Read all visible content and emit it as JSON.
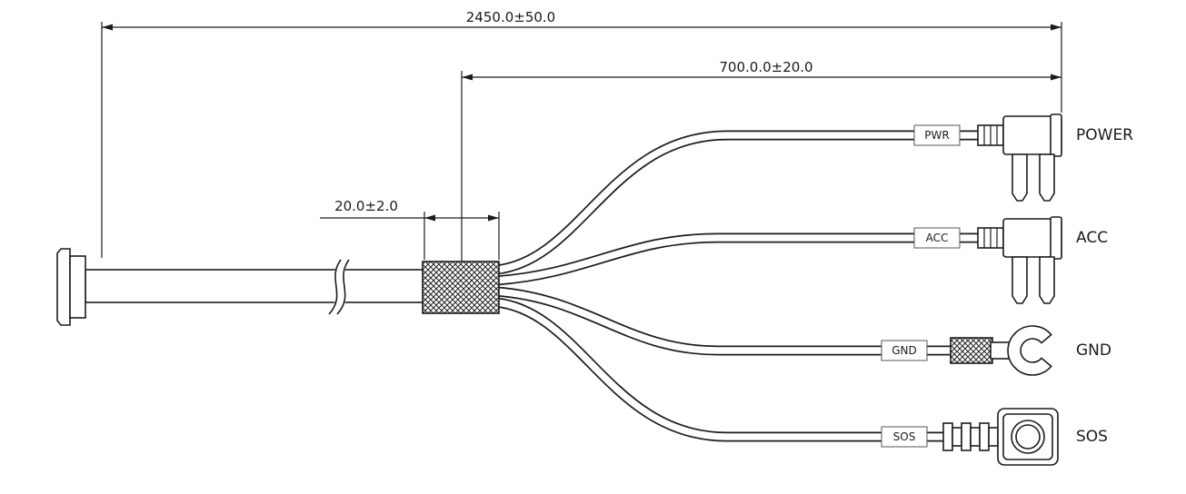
{
  "diagram": {
    "title": "cable-assembly-drawing",
    "dimensions": {
      "overall": "2450.0±50.0",
      "branch": "700.0.0±20.0",
      "sleeve": "20.0±2.0"
    },
    "wire_tags": {
      "pwr": "PWR",
      "acc": "ACC",
      "gnd": "GND",
      "sos": "SOS"
    },
    "connector_labels": {
      "power": "POWER",
      "acc": "ACC",
      "gnd": "GND",
      "sos": "SOS"
    },
    "colors": {
      "line": "#1c1c1c",
      "background": "#ffffff"
    }
  }
}
